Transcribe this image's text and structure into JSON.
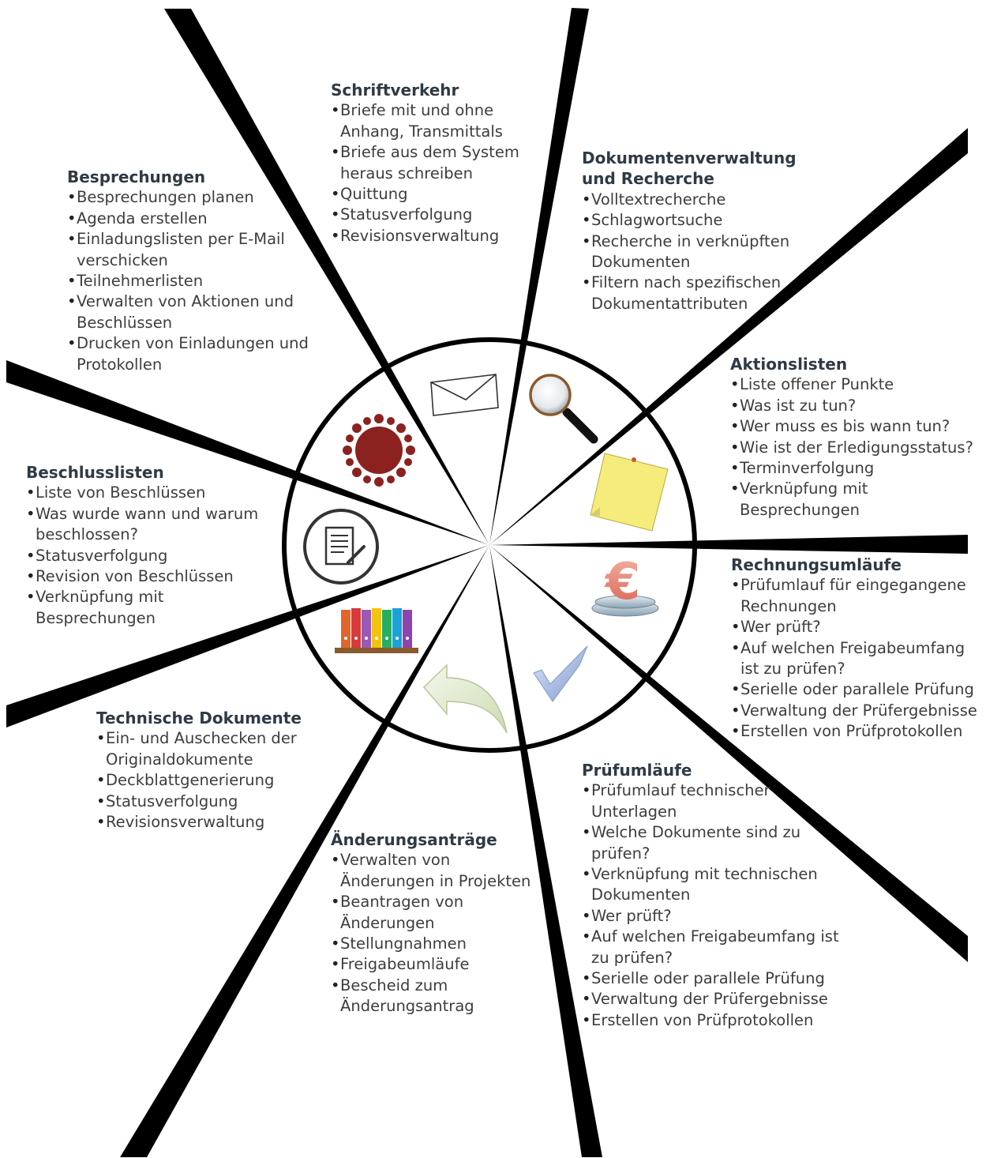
{
  "sections": [
    {
      "id": "schriftverkehr",
      "title": "Schriftverkehr",
      "items": [
        "Briefe mit und ohne Anhang, Transmittals",
        "Briefe aus dem System heraus schreiben",
        "Quittung",
        "Statusverfolgung",
        "Revisionsverwaltung"
      ]
    },
    {
      "id": "dokumentenverwaltung",
      "title": "Dokumentenverwaltung und Recherche",
      "items": [
        "Volltextrecherche",
        "Schlagwortsuche",
        "Recherche in verknüpften Dokumenten",
        "Filtern nach spezifischen Dokumentattributen"
      ]
    },
    {
      "id": "besprechungen",
      "title": "Besprechungen",
      "items": [
        "Besprechungen planen",
        "Agenda erstellen",
        "Einladungslisten per E-Mail verschicken",
        "Teilnehmerlisten",
        "Verwalten von Aktionen und Beschlüssen",
        "Drucken von Einladungen und Protokollen"
      ]
    },
    {
      "id": "aktionslisten",
      "title": "Aktionslisten",
      "items": [
        "Liste offener Punkte",
        "Was ist zu tun?",
        "Wer muss es bis wann tun?",
        "Wie ist der Erledigungsstatus?",
        "Terminverfolgung",
        "Verknüpfung mit Besprechungen"
      ]
    },
    {
      "id": "beschlusslisten",
      "title": "Beschlusslisten",
      "items": [
        "Liste von Beschlüssen",
        "Was wurde wann und warum beschlossen?",
        "Statusverfolgung",
        "Revision von Beschlüssen",
        "Verknüpfung mit Besprechungen"
      ]
    },
    {
      "id": "rechnungsumlaeufe",
      "title": "Rechnungsumläufe",
      "items": [
        "Prüfumlauf für eingegangene Rechnungen",
        "Wer prüft?",
        "Auf welchen Freigabeumfang ist zu prüfen?",
        "Serielle oder parallele Prüfung",
        "Verwaltung der Prüfergebnisse",
        "Erstellen von Prüfprotokollen"
      ]
    },
    {
      "id": "technische",
      "title": "Technische Dokumente",
      "items": [
        "Ein- und Auschecken der Originaldokumente",
        "Deckblattgenerierung",
        "Statusverfolgung",
        "Revisionsverwaltung"
      ]
    },
    {
      "id": "pruefumlaeufe",
      "title": "Prüfumläufe",
      "items": [
        "Prüfumlauf technischer Unterlagen",
        "Welche Dokumente sind zu prüfen?",
        "Verknüpfung mit technischen Dokumenten",
        "Wer prüft?",
        "Auf welchen Freigabeumfang ist zu prüfen?",
        "Serielle oder parallele Prüfung",
        "Verwaltung der Prüfergebnisse",
        "Erstellen von Prüfprotokollen"
      ]
    },
    {
      "id": "aenderungsantraege",
      "title": "Änderungsanträge",
      "items": [
        "Verwalten von Änderungen in Projekten",
        "Beantragen von Änderungen",
        "Stellungnahmen",
        "Freigabeumläufe",
        "Bescheid zum Änderungsantrag"
      ]
    }
  ],
  "icons": [
    "meeting-icon",
    "envelope-icon",
    "magnifier-icon",
    "sticky-note-icon",
    "document-edit-icon",
    "euro-coin-icon",
    "binders-icon",
    "back-arrow-icon",
    "checkmark-icon"
  ],
  "colors": {
    "spoke": "#000000",
    "meeting": "#8b2220",
    "note": "#f6ec7c",
    "euro": "#e58a7a",
    "check": "#8ea6d8",
    "arrow": "#e3ecd0"
  }
}
